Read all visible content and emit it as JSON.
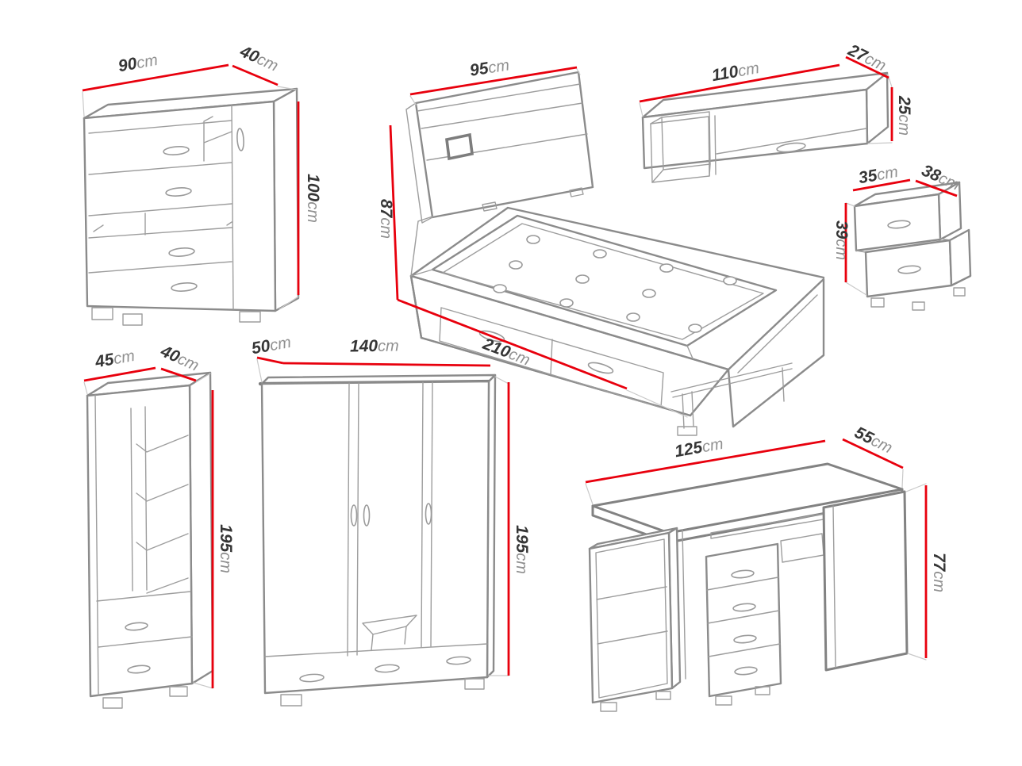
{
  "diagram": {
    "type": "furniture-dimension-diagram",
    "description": "Line drawings of a 7-piece bedroom furniture set with red dimension lines",
    "unit": "cm",
    "colors": {
      "dimension_line": "#e8000d",
      "drawing_line": "#8b8b8b",
      "number_text": "#363636",
      "unit_text": "#8f8f8f",
      "background": "#ffffff"
    },
    "items": [
      {
        "id": "chest-of-drawers",
        "dimensions": {
          "width": {
            "value": "90",
            "unit": "cm"
          },
          "depth": {
            "value": "40",
            "unit": "cm"
          },
          "height": {
            "value": "100",
            "unit": "cm"
          }
        }
      },
      {
        "id": "bed",
        "dimensions": {
          "width": {
            "value": "95",
            "unit": "cm"
          },
          "height": {
            "value": "87",
            "unit": "cm"
          },
          "length": {
            "value": "210",
            "unit": "cm"
          }
        }
      },
      {
        "id": "wall-shelf",
        "dimensions": {
          "width": {
            "value": "110",
            "unit": "cm"
          },
          "depth": {
            "value": "27",
            "unit": "cm"
          },
          "height": {
            "value": "25",
            "unit": "cm"
          }
        }
      },
      {
        "id": "nightstand",
        "dimensions": {
          "width": {
            "value": "35",
            "unit": "cm"
          },
          "depth": {
            "value": "38",
            "unit": "cm"
          },
          "height": {
            "value": "39",
            "unit": "cm"
          }
        }
      },
      {
        "id": "bookcase",
        "dimensions": {
          "width": {
            "value": "45",
            "unit": "cm"
          },
          "depth": {
            "value": "40",
            "unit": "cm"
          },
          "height": {
            "value": "195",
            "unit": "cm"
          }
        }
      },
      {
        "id": "wardrobe",
        "dimensions": {
          "depth": {
            "value": "50",
            "unit": "cm"
          },
          "width": {
            "value": "140",
            "unit": "cm"
          },
          "height": {
            "value": "195",
            "unit": "cm"
          }
        }
      },
      {
        "id": "desk",
        "dimensions": {
          "width": {
            "value": "125",
            "unit": "cm"
          },
          "depth": {
            "value": "55",
            "unit": "cm"
          },
          "height": {
            "value": "77",
            "unit": "cm"
          }
        }
      }
    ]
  }
}
